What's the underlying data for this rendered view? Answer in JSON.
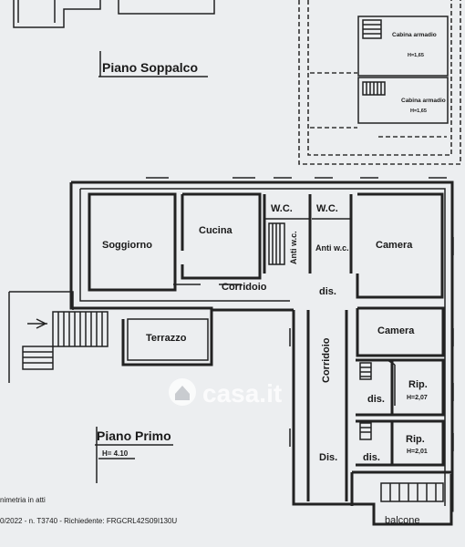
{
  "titles": {
    "mezzanine": "Piano Soppalco",
    "first_floor": "Piano Primo",
    "height": "H= 4.10"
  },
  "mezzanine_rooms": {
    "closet1": "Cabina armadio",
    "closet1_h": "H=1,65",
    "closet2": "Cabina armadio",
    "closet2_h": "H=1,65"
  },
  "rooms": {
    "soggiorno": "Soggiorno",
    "cucina": "Cucina",
    "wc1": "W.C.",
    "wc2": "W.C.",
    "anti_wc1": "Anti w.c.",
    "anti_wc2": "Anti w.c.",
    "camera1": "Camera",
    "corridoio_h": "Corridoio",
    "dis1": "dis.",
    "terrazzo": "Terrazzo",
    "camera2": "Camera",
    "corridoio_v": "Corridoio",
    "rip1": "Rip.",
    "rip1_h": "H=2,07",
    "dis2": "dis.",
    "rip2": "Rip.",
    "rip2_h": "H=2,01",
    "dis_big": "Dis.",
    "dis3": "dis.",
    "balcone": "balcone"
  },
  "footer": {
    "line1": "nimetria in atti",
    "line2": "0/2022 - n. T3740 - Richiedente: FRGCRL42S09I130U"
  },
  "watermark": "casa.it",
  "colors": {
    "paper": "#eceef0",
    "ink": "#222222"
  }
}
